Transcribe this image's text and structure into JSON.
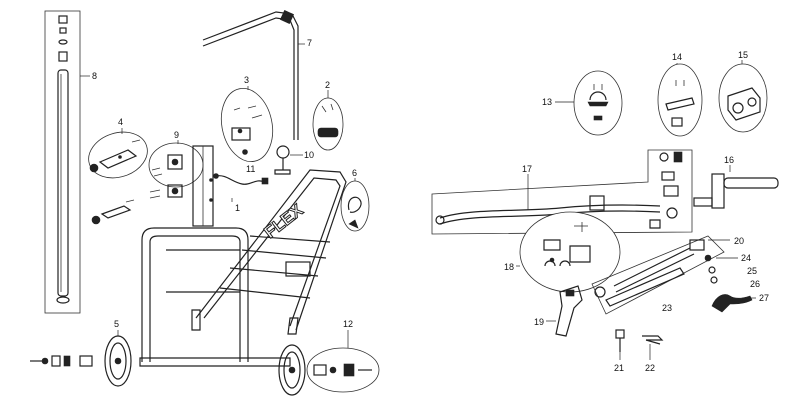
{
  "logo_text": "FLEX",
  "callouts": [
    {
      "id": "c1",
      "text": "1"
    },
    {
      "id": "c2",
      "text": "2"
    },
    {
      "id": "c3",
      "text": "3"
    },
    {
      "id": "c4",
      "text": "4"
    },
    {
      "id": "c5",
      "text": "5"
    },
    {
      "id": "c6",
      "text": "6"
    },
    {
      "id": "c7",
      "text": "7"
    },
    {
      "id": "c8",
      "text": "8"
    },
    {
      "id": "c9",
      "text": "9"
    },
    {
      "id": "c10",
      "text": "10"
    },
    {
      "id": "c11",
      "text": "11"
    },
    {
      "id": "c12",
      "text": "12"
    },
    {
      "id": "c13",
      "text": "13"
    },
    {
      "id": "c14",
      "text": "14"
    },
    {
      "id": "c15",
      "text": "15"
    },
    {
      "id": "c16",
      "text": "16"
    },
    {
      "id": "c17",
      "text": "17"
    },
    {
      "id": "c18",
      "text": "18"
    },
    {
      "id": "c19",
      "text": "19"
    },
    {
      "id": "c20",
      "text": "20"
    },
    {
      "id": "c21",
      "text": "21"
    },
    {
      "id": "c22",
      "text": "22"
    },
    {
      "id": "c23",
      "text": "23"
    },
    {
      "id": "c24",
      "text": "24"
    },
    {
      "id": "c25",
      "text": "25"
    },
    {
      "id": "c26",
      "text": "26"
    },
    {
      "id": "c27",
      "text": "27"
    }
  ]
}
